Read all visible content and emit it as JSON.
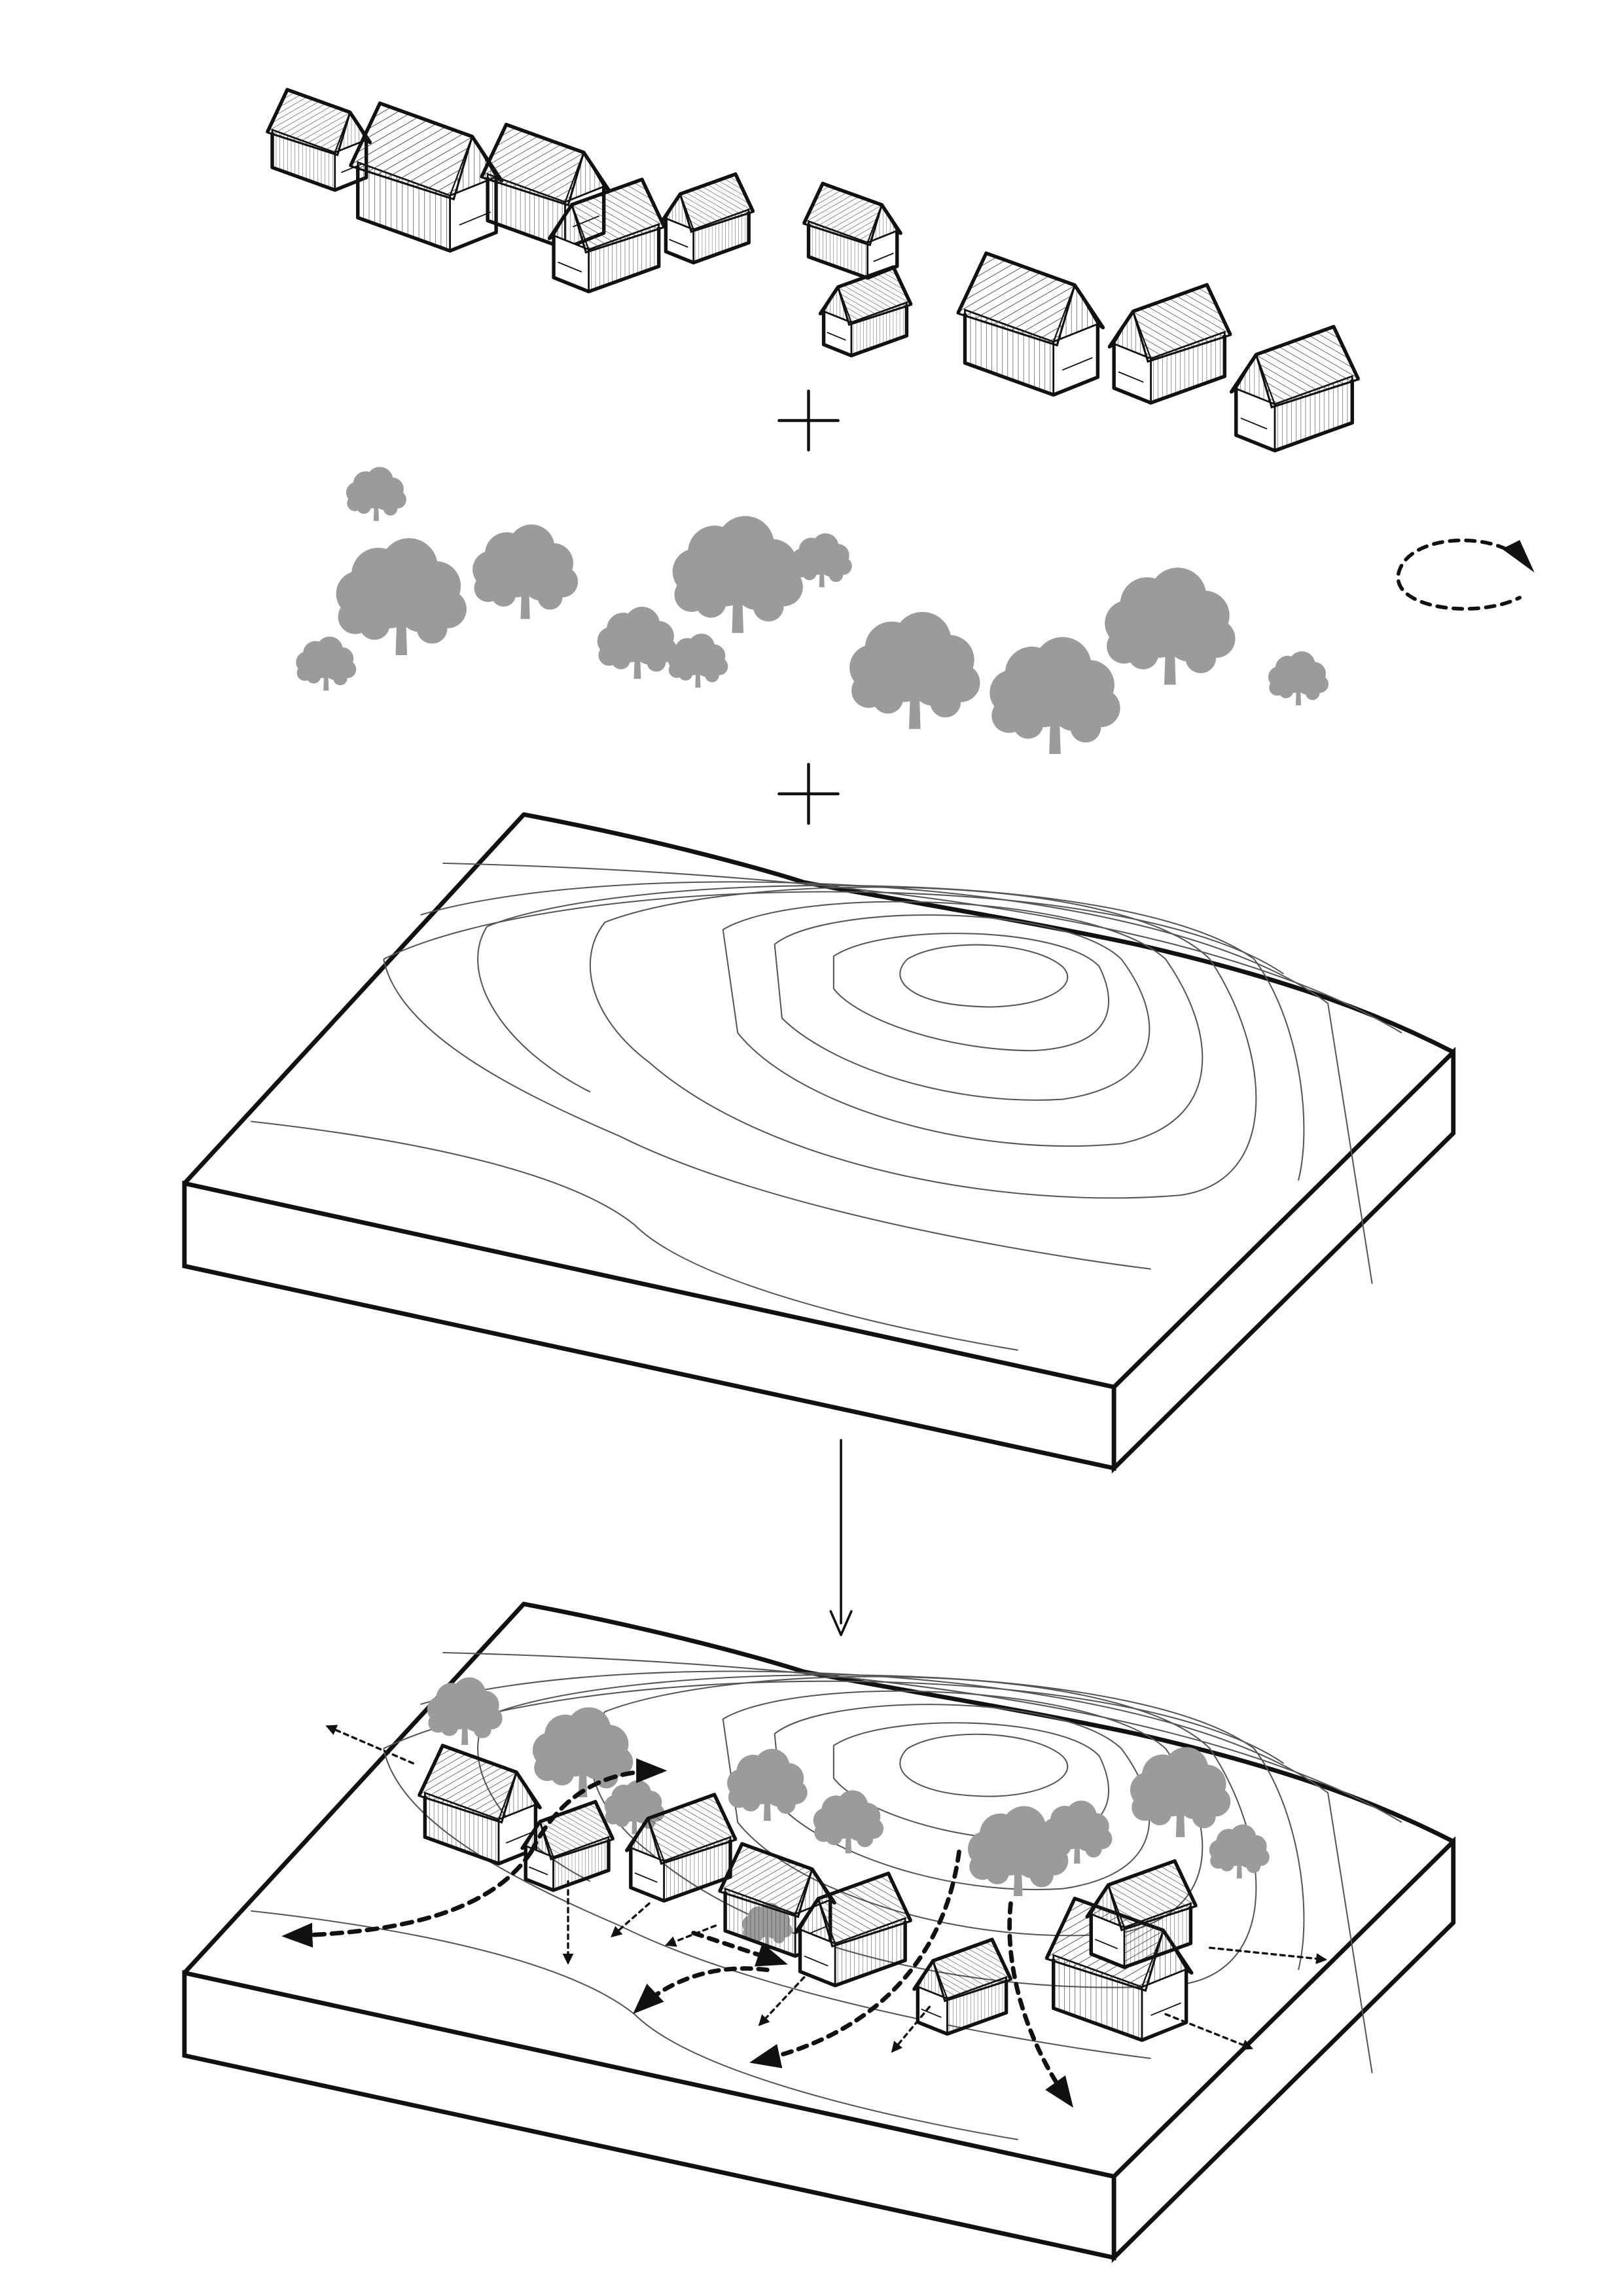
{
  "diagram": {
    "kind": "exploded axonometric site diagram",
    "layers": [
      "houses",
      "trees",
      "terrain",
      "combined-site"
    ],
    "house_count": 10,
    "tree_count": 12,
    "combine_symbol": "+",
    "rotation_indicator": "dashed-rotation-arrow",
    "colors": {
      "line": "#111111",
      "tree_fill": "#9b9b9b",
      "contour": "#555555",
      "background": "#ffffff",
      "house_face": "#ffffff"
    }
  }
}
